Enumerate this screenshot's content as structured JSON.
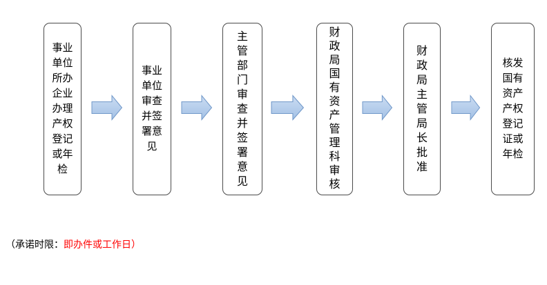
{
  "colors": {
    "box-border": "#4a4a4a",
    "arrow-fill-top": "#cbdcf2",
    "arrow-fill-bottom": "#a3c1e5",
    "arrow-stroke": "#7098c9",
    "note-red": "#ff0000",
    "text": "#000000"
  },
  "flowchart": {
    "steps": [
      {
        "label": "事业单位所办企业办理产权登记或年检"
      },
      {
        "label": "事业单位审查并签署意见"
      },
      {
        "label": "主管部门审查并签署意见"
      },
      {
        "label": "财政局国有资产管理科审核"
      },
      {
        "label": "财政局主管局长批准"
      },
      {
        "label": "核发国有资产产权登记证或年检"
      }
    ],
    "arrow_icon": "right-block-arrow"
  },
  "footnote": {
    "prefix": "（承诺时限：",
    "highlight": "即办件或工作日）"
  }
}
